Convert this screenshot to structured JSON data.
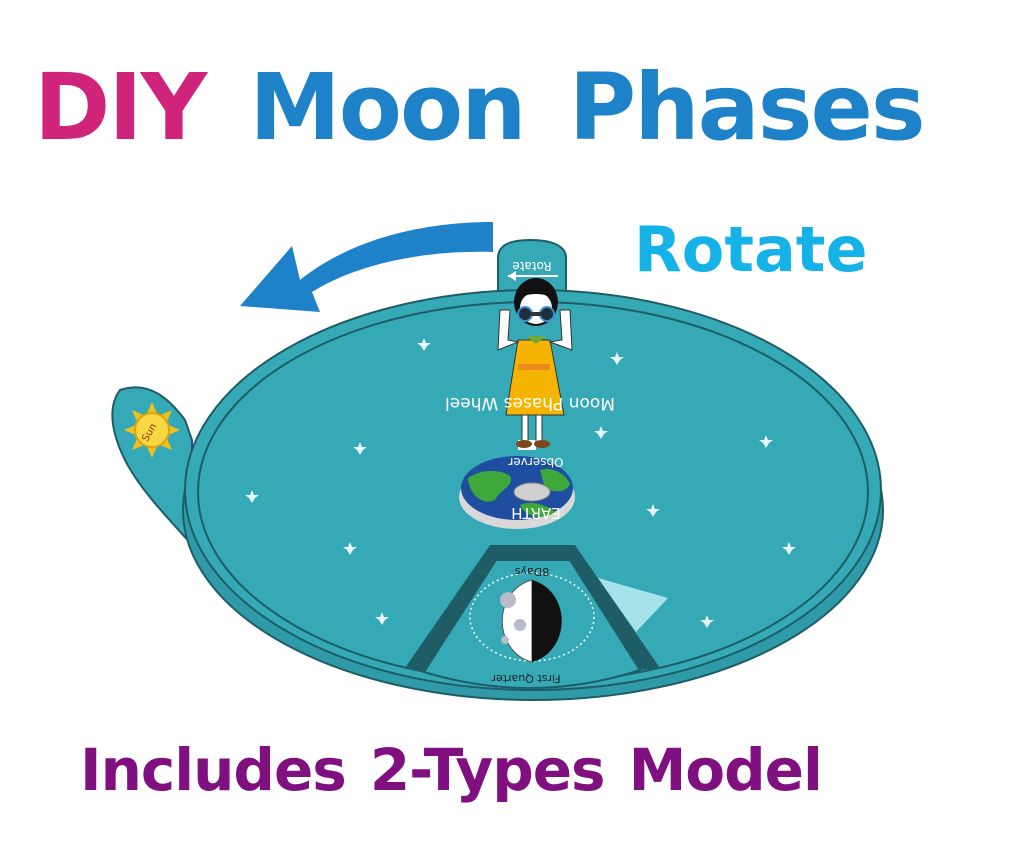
{
  "title": {
    "part1": "DIY",
    "part2": "Moon",
    "part3": "Phases"
  },
  "rotate_label": "Rotate",
  "bottom": {
    "w1": "Includes",
    "w2": "2-Types",
    "w3": "Model"
  },
  "wheel": {
    "rotate_tab": "Rotate",
    "wheel_text": "Moon Phases Wheel",
    "observer": "Observer",
    "earth": "EARTH",
    "sun": "Sun",
    "window_top": "8Days",
    "window_bottom": "First Quarter"
  },
  "colors": {
    "diy": "#d0237a",
    "moon_phases": "#1e82c8",
    "rotate": "#15b2e8",
    "bottom": "#800f7f",
    "wheel_teal": "#36a9b7",
    "arrow_blue": "#1e82c8"
  }
}
